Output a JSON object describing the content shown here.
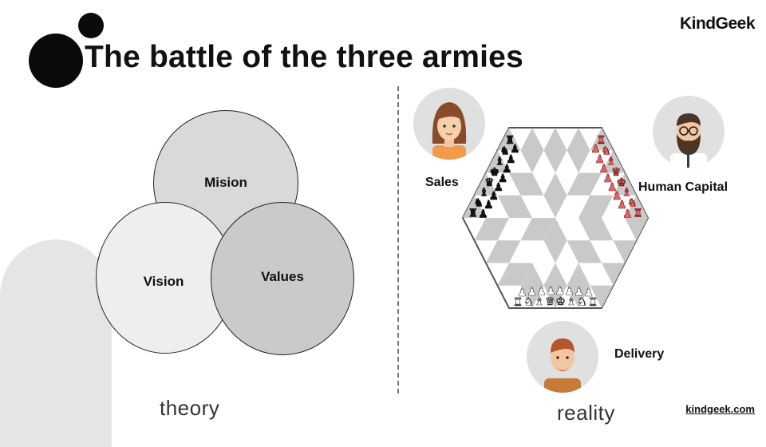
{
  "slide": {
    "title": "The battle of the three armies",
    "brand": "KindGeek",
    "footer_url": "kindgeek.com"
  },
  "theory": {
    "caption": "theory",
    "circles": [
      {
        "label": "Mision",
        "color": "#d9d9d9"
      },
      {
        "label": "Vision",
        "color": "#eeeeee"
      },
      {
        "label": "Values",
        "color": "#cacaca"
      }
    ]
  },
  "reality": {
    "caption": "reality",
    "armies": [
      {
        "label": "Sales",
        "piece_color": "#111111"
      },
      {
        "label": "Human Capital",
        "piece_color": "#e06666"
      },
      {
        "label": "Delivery",
        "piece_color": "#ffffff"
      }
    ],
    "board_colors": {
      "light": "#ffffff",
      "dark": "#c9c9c9",
      "edge": "#555555"
    }
  }
}
